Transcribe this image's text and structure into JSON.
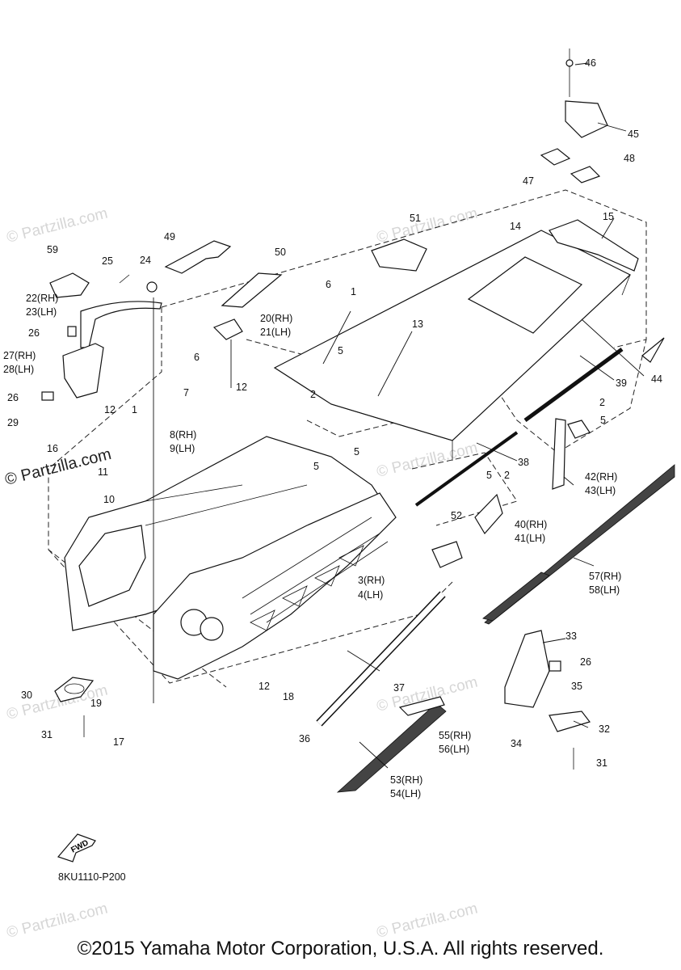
{
  "diagram_code": "8KU1110-P200",
  "copyright": "©2015 Yamaha Motor Corporation, U.S.A. All rights reserved.",
  "fwd_label": "FWD",
  "watermark": "© Partzilla.com",
  "callouts": {
    "c1": "1",
    "c2": "2",
    "c3": "3(RH)",
    "c4": "4(LH)",
    "c5": "5",
    "c6": "6",
    "c7": "7",
    "c8": "8(RH)",
    "c9": "9(LH)",
    "c10": "10",
    "c11": "11",
    "c12": "12",
    "c13": "13",
    "c14": "14",
    "c15": "15",
    "c16": "16",
    "c17": "17",
    "c18": "18",
    "c19": "19",
    "c20": "20(RH)",
    "c21": "21(LH)",
    "c22": "22(RH)",
    "c23": "23(LH)",
    "c24": "24",
    "c25": "25",
    "c26": "26",
    "c27": "27(RH)",
    "c28": "28(LH)",
    "c29": "29",
    "c30": "30",
    "c31": "31",
    "c32": "32",
    "c33": "33",
    "c34": "34",
    "c35": "35",
    "c36": "36",
    "c37": "37",
    "c38": "38",
    "c39": "39",
    "c40": "40(RH)",
    "c41": "41(LH)",
    "c42": "42(RH)",
    "c43": "43(LH)",
    "c44": "44",
    "c45": "45",
    "c46": "46",
    "c47": "47",
    "c48": "48",
    "c49": "49",
    "c50": "50",
    "c51": "51",
    "c52": "52",
    "c53": "53(RH)",
    "c54": "54(LH)",
    "c55": "55(RH)",
    "c56": "56(LH)",
    "c57": "57(RH)",
    "c58": "58(LH)",
    "c59": "59"
  }
}
